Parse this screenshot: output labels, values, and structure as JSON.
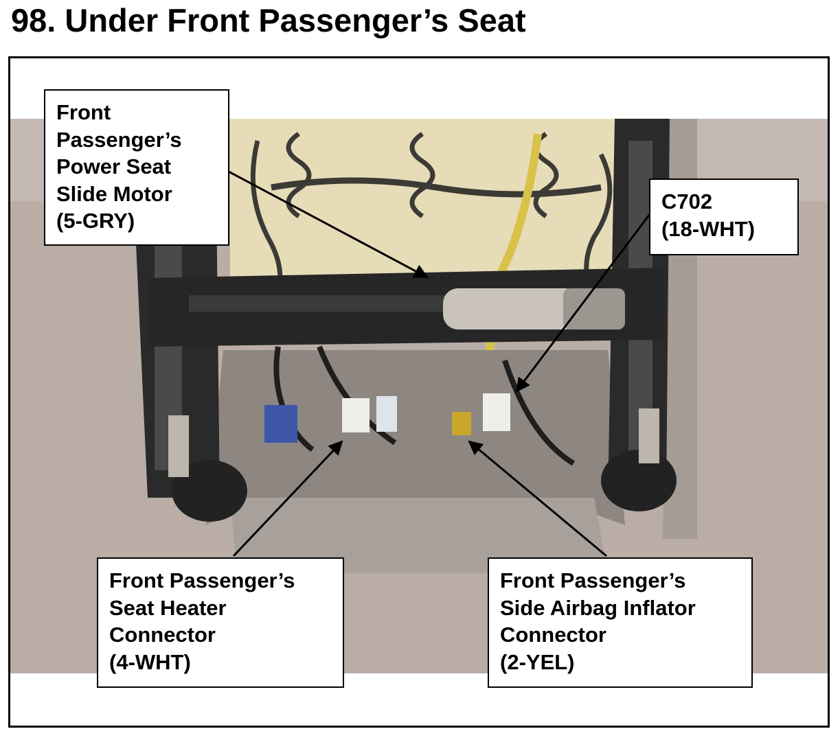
{
  "title": "98.  Under Front Passenger’s Seat",
  "callouts": {
    "slide_motor": [
      "Front",
      "Passenger’s",
      "Power Seat",
      "Slide Motor",
      "(5-GRY)"
    ],
    "c702": [
      "C702",
      "(18-WHT)"
    ],
    "seat_heater": [
      "Front Passenger’s",
      "Seat Heater",
      "Connector",
      "(4-WHT)"
    ],
    "side_airbag": [
      "Front Passenger’s",
      "Side Airbag Inflator",
      "Connector",
      "(2-YEL)"
    ]
  },
  "colors": {
    "background_wall": "#b9ada6",
    "seat_frame": "#2a2a2a",
    "foam": "#e6dcb8",
    "pan": "#8e8781",
    "connector_blue": "#3d56a8",
    "connector_yellow": "#c9a72c",
    "connector_white": "#eeeeea",
    "yellow_harness": "#d8c24a"
  }
}
